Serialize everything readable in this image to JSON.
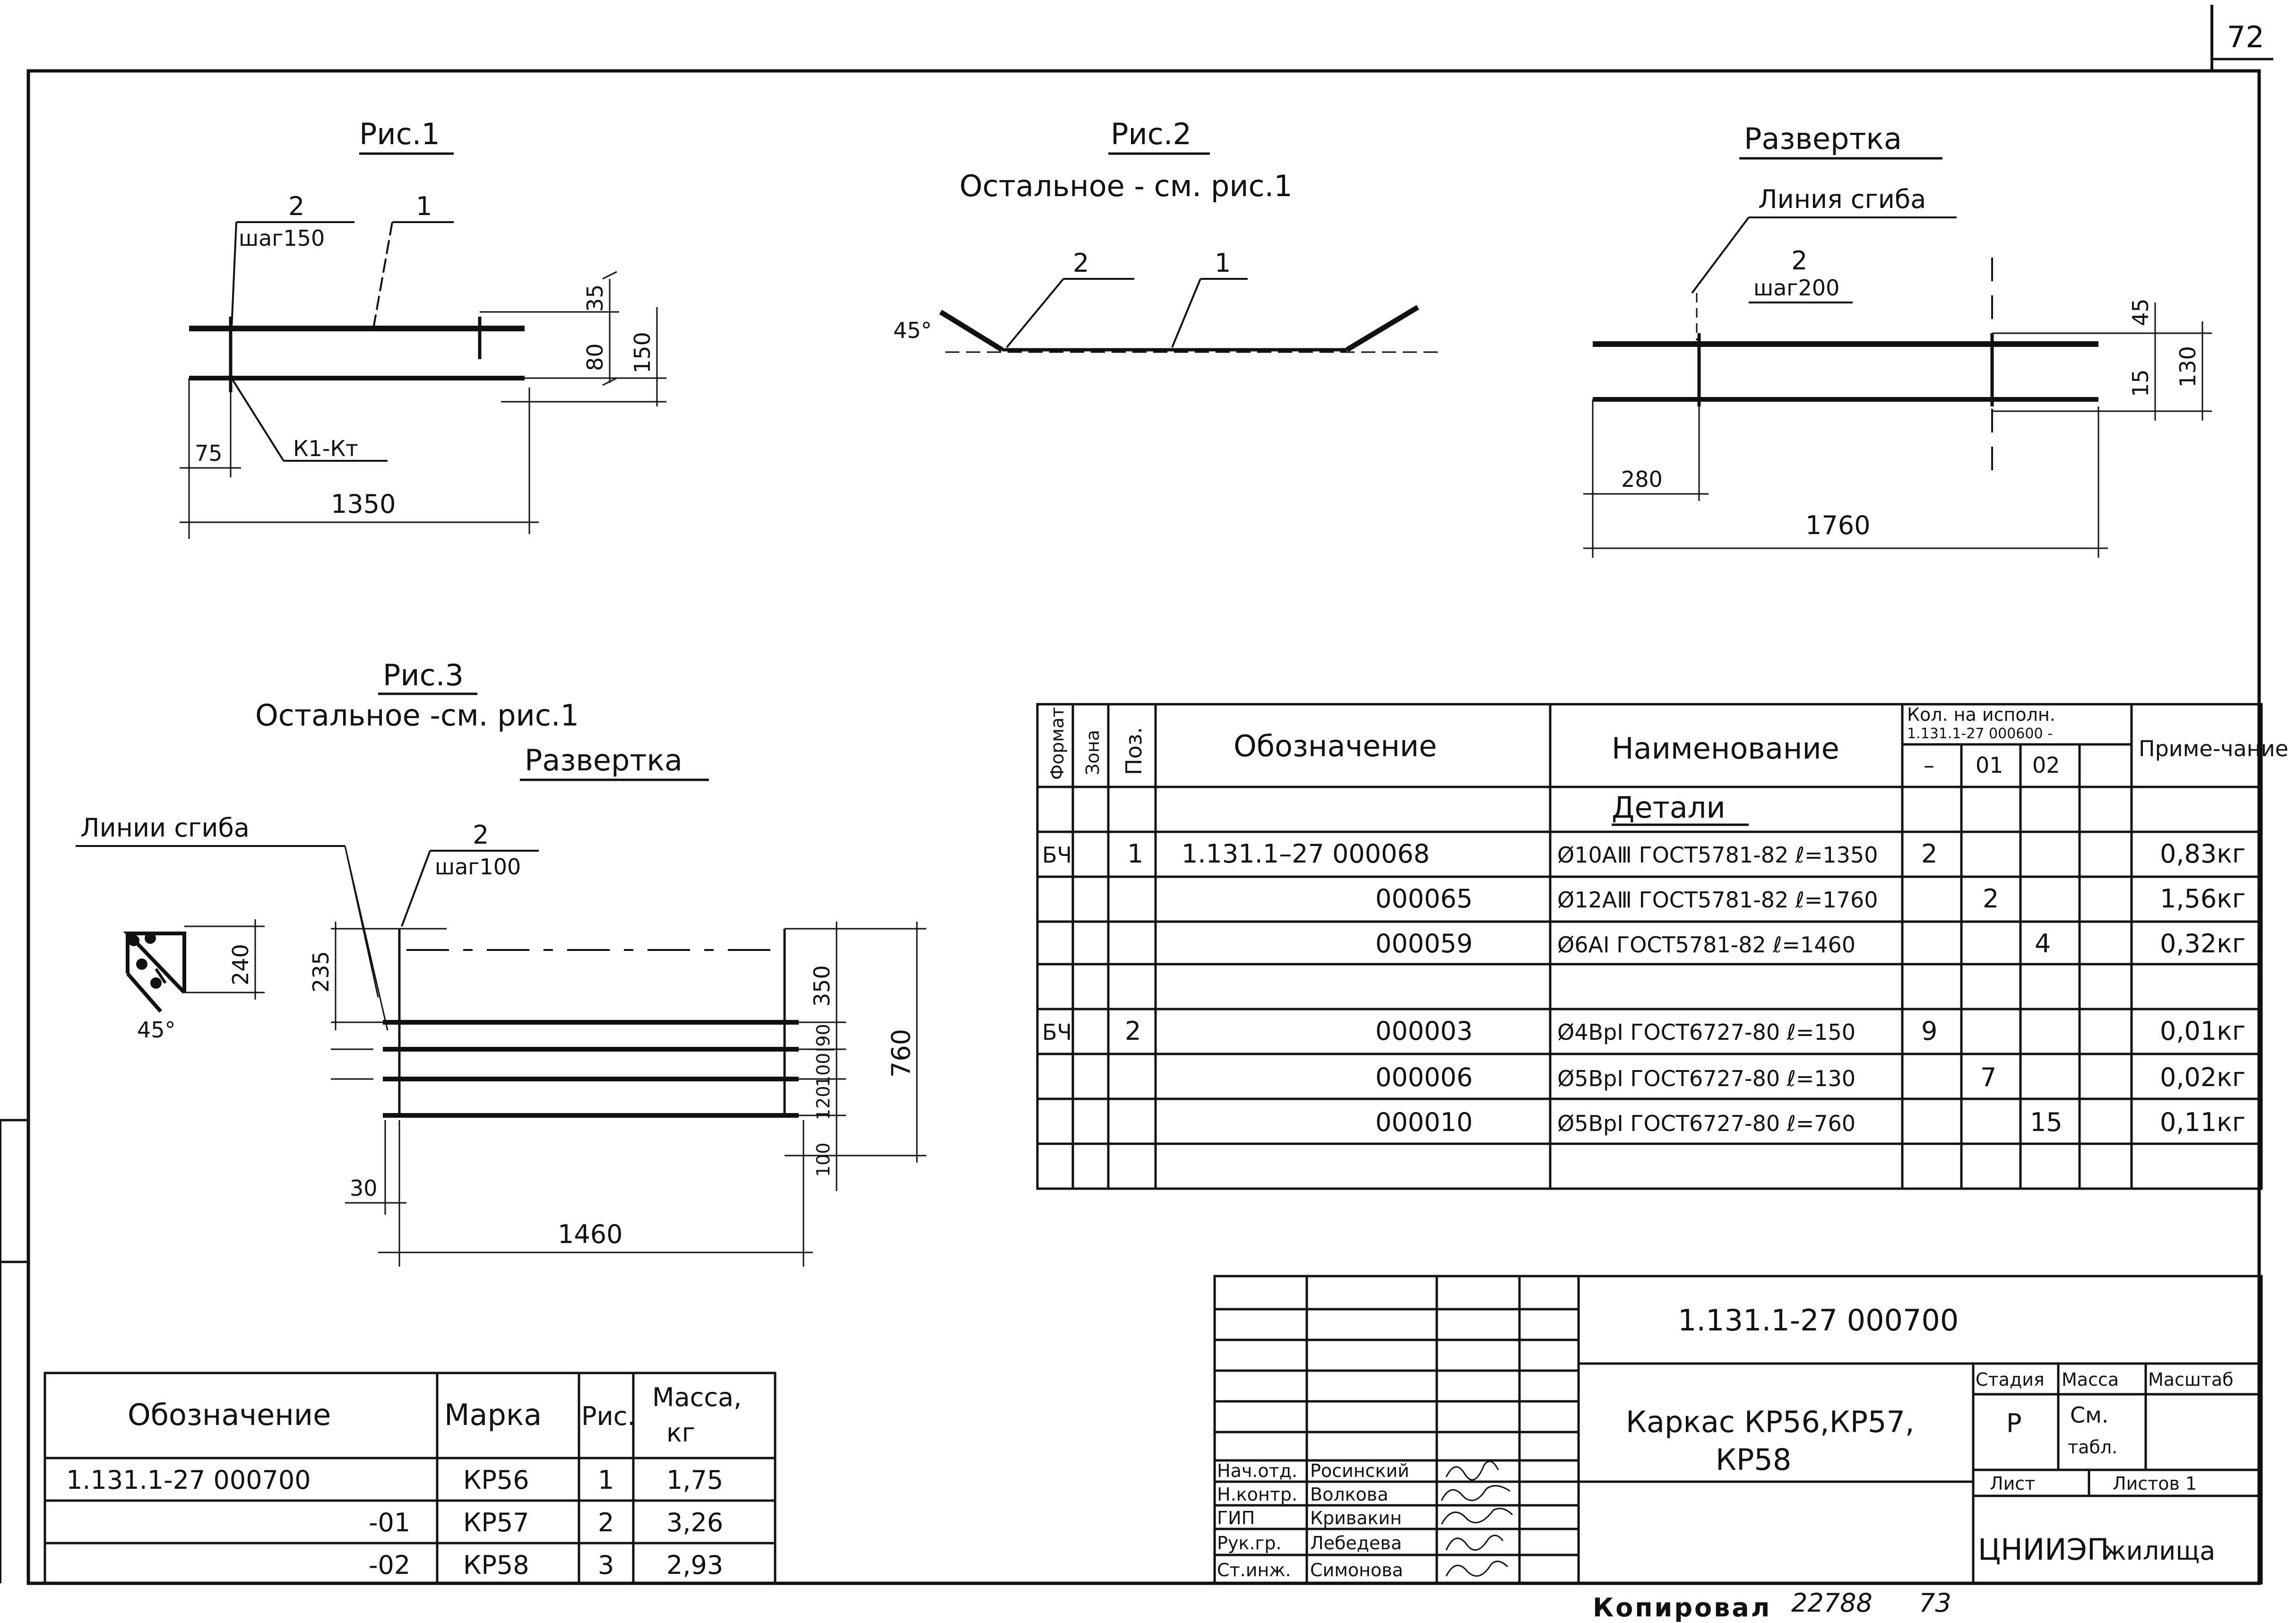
{
  "page_number": "72",
  "fig1": {
    "title": "Рис.1",
    "label_pos2": "2",
    "label_step": "шаг150",
    "label_pos1": "1",
    "dim_35": "35",
    "dim_80": "80",
    "dim_150": "150",
    "dim_75": "75",
    "label_weld": "К1-Кт",
    "dim_1350": "1350"
  },
  "fig2": {
    "title": "Рис.2",
    "subtitle": "Остальное - см. рис.1",
    "label_pos2": "2",
    "label_pos1": "1",
    "angle": "45°"
  },
  "razvertka1": {
    "title": "Развертка",
    "label_bend": "Линия сгиба",
    "label_pos2": "2",
    "label_step": "шаг200",
    "dim_45": "45",
    "dim_15": "15",
    "dim_130": "130",
    "dim_280": "280",
    "dim_1760": "1760"
  },
  "fig3": {
    "title": "Рис.3",
    "subtitle": "Остальное -см. рис.1",
    "razvertka": "Развертка",
    "label_bends": "Линии сгиба",
    "label_pos2": "2",
    "label_step": "шаг100",
    "dim_240": "240",
    "dim_235": "235",
    "angle": "45°",
    "dim_350": "350",
    "dim_760": "760",
    "dim_100_90": "100|90",
    "dim_120": "120",
    "dim_100": "100",
    "dim_30": "30",
    "dim_1460": "1460"
  },
  "spec_table": {
    "headers": {
      "format": "Формат",
      "zone": "Зона",
      "pos": "Поз.",
      "designation": "Обозначение",
      "name": "Наименование",
      "qty_title": "Кол. на исполн.",
      "qty_sub": "1.131.1-27 000600 -",
      "qty_dash": "–",
      "qty_01": "01",
      "qty_02": "02",
      "note": "Приме-чание"
    },
    "section": "Детали",
    "rows": [
      {
        "format": "БЧ",
        "pos": "1",
        "designation": "1.131.1–27  000068",
        "name": "Ø10АⅢ ГОСТ5781-82 ℓ=1350",
        "q0": "2",
        "q1": "",
        "q2": "",
        "note": "0,83кг"
      },
      {
        "format": "",
        "pos": "",
        "designation": "000065",
        "name": "Ø12АⅢ ГОСТ5781-82 ℓ=1760",
        "q0": "",
        "q1": "2",
        "q2": "",
        "note": "1,56кг"
      },
      {
        "format": "",
        "pos": "",
        "designation": "000059",
        "name": "Ø6АI ГОСТ5781-82 ℓ=1460",
        "q0": "",
        "q1": "",
        "q2": "4",
        "note": "0,32кг"
      },
      {
        "format": "БЧ",
        "pos": "2",
        "designation": "000003",
        "name": "Ø4ВрI ГОСТ6727-80 ℓ=150",
        "q0": "9",
        "q1": "",
        "q2": "",
        "note": "0,01кг"
      },
      {
        "format": "",
        "pos": "",
        "designation": "000006",
        "name": "Ø5ВрI ГОСТ6727-80 ℓ=130",
        "q0": "",
        "q1": "7",
        "q2": "",
        "note": "0,02кг"
      },
      {
        "format": "",
        "pos": "",
        "designation": "000010",
        "name": "Ø5ВрI ГОСТ6727-80 ℓ=760",
        "q0": "",
        "q1": "",
        "q2": "15",
        "note": "0,11кг"
      }
    ]
  },
  "mark_table": {
    "headers": {
      "designation": "Обозначение",
      "mark": "Марка",
      "fig": "Рис.",
      "mass": "Масса,",
      "mass_unit": "кг"
    },
    "rows": [
      {
        "designation": "1.131.1-27  000700",
        "mark": "КР56",
        "fig": "1",
        "mass": "1,75"
      },
      {
        "designation": "-01",
        "mark": "КР57",
        "fig": "2",
        "mass": "3,26"
      },
      {
        "designation": "-02",
        "mark": "КР58",
        "fig": "3",
        "mass": "2,93"
      }
    ]
  },
  "title_block": {
    "doc_code": "1.131.1-27  000700",
    "item_name_l1": "Каркас КР56,КР57,",
    "item_name_l2": "КР58",
    "stage_h": "Стадия",
    "mass_h": "Масса",
    "scale_h": "Масштаб",
    "stage_v": "Р",
    "mass_v1": "См.",
    "mass_v2": "табл.",
    "sheet_h": "Лист",
    "sheets_h": "Листов 1",
    "org": "ЦНИИЭП",
    "org2": "жилища",
    "staff": [
      {
        "role": "Нач.отд.",
        "name": "Росинский"
      },
      {
        "role": "Н.контр.",
        "name": "Волкова"
      },
      {
        "role": "ГИП",
        "name": "Кривакин"
      },
      {
        "role": "Рук.гр.",
        "name": "Лебедева"
      },
      {
        "role": "Ст.инж.",
        "name": "Симонова"
      }
    ]
  },
  "footer": {
    "copied": "Копировал",
    "order": "22788",
    "num": "73"
  }
}
